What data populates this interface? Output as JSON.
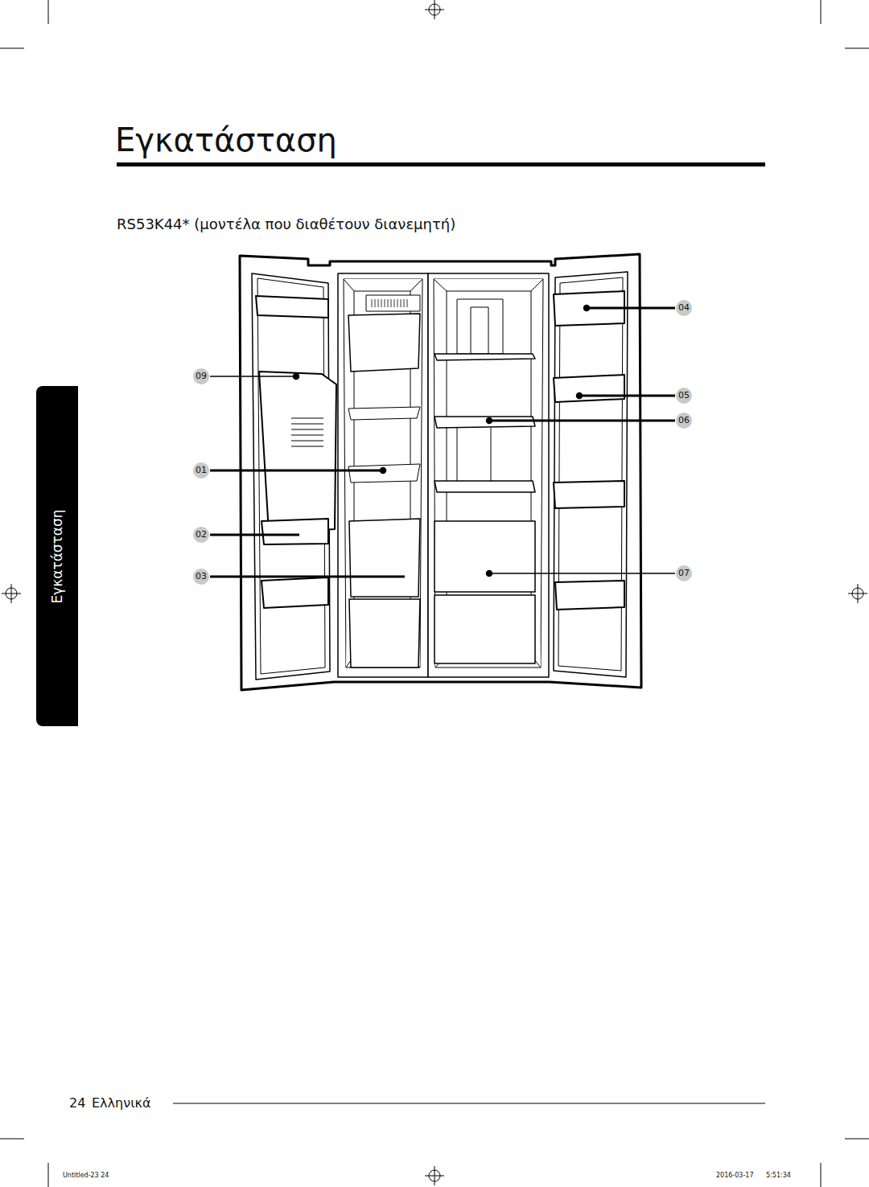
{
  "diagram": {
    "title": "Εγκατάσταση",
    "nodes": [
      {
        "text": [
          "Εγκατάσταση"
        ]
      }
    ],
    "labels": [
      "RS53K44* (μοντέλα που διαθέτουν διανεμητή)",
      "09",
      "01",
      "02",
      "03",
      "04",
      "05",
      "06",
      "07",
      "24",
      "Ελληνικά",
      "Untitled-23 24",
      "2016-03-17",
      "5:51:34"
    ]
  }
}
